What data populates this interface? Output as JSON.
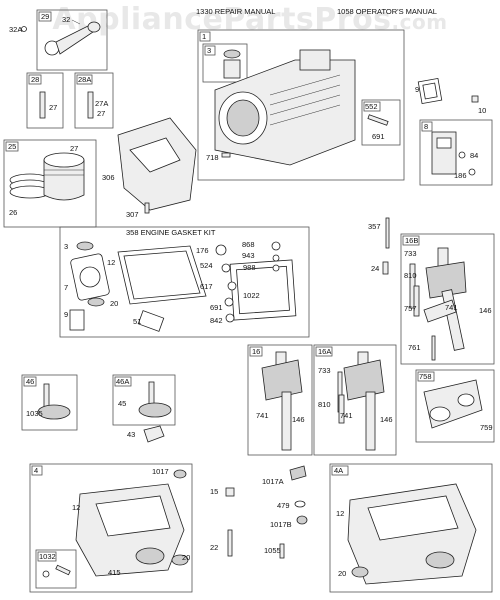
{
  "watermark": {
    "main": "AppliancePartsPros",
    "suffix": ".com"
  },
  "headers": {
    "repair_manual": "1330 REPAIR MANUAL",
    "operators_manual": "1058 OPERATOR'S MANUAL",
    "gasket_kit": "358 ENGINE GASKET KIT"
  },
  "boxes": {
    "b29": "29",
    "b28": "28",
    "b28a": "28A",
    "b25": "25",
    "b1": "1",
    "b3": "3",
    "b552": "552",
    "b8": "8",
    "b16b": "16B",
    "b16": "16",
    "b16a": "16A",
    "b758": "758",
    "b46": "46",
    "b46a": "46A",
    "b4": "4",
    "b4a": "4A",
    "b1032": "1032"
  },
  "labels": {
    "l32a": "32A",
    "l32": "32",
    "l27a": "27",
    "l27b": "27A",
    "l27c": "27",
    "l306": "306",
    "l307": "307",
    "l26": "26",
    "l27d": "27",
    "l9": "9",
    "l10": "10",
    "l691a": "691",
    "l718": "718",
    "l84": "84",
    "l186": "186",
    "l357": "357",
    "l24": "24",
    "l733a": "733",
    "l810a": "810",
    "l757": "757",
    "l741a": "741",
    "l146a": "146",
    "l761": "761",
    "g3": "3",
    "g12": "12",
    "g7": "7",
    "g20": "20",
    "g51": "51",
    "g9": "9",
    "g176": "176",
    "g868": "868",
    "g943": "943",
    "g524": "524",
    "g988": "988",
    "g617": "617",
    "g691": "691",
    "g842": "842",
    "g1022": "1022",
    "l741b": "741",
    "l146b": "146",
    "l733b": "733",
    "l810b": "810",
    "l741c": "741",
    "l146c": "146",
    "l759": "759",
    "l1035": "1035",
    "l45": "45",
    "l43": "43",
    "l1017": "1017",
    "l12a": "12",
    "l20a": "20",
    "l415": "415",
    "l15": "15",
    "l22": "22",
    "l1055": "1055",
    "l1017a": "1017A",
    "l479": "479",
    "l1017b": "1017B",
    "l12b": "12",
    "l20b": "20"
  }
}
